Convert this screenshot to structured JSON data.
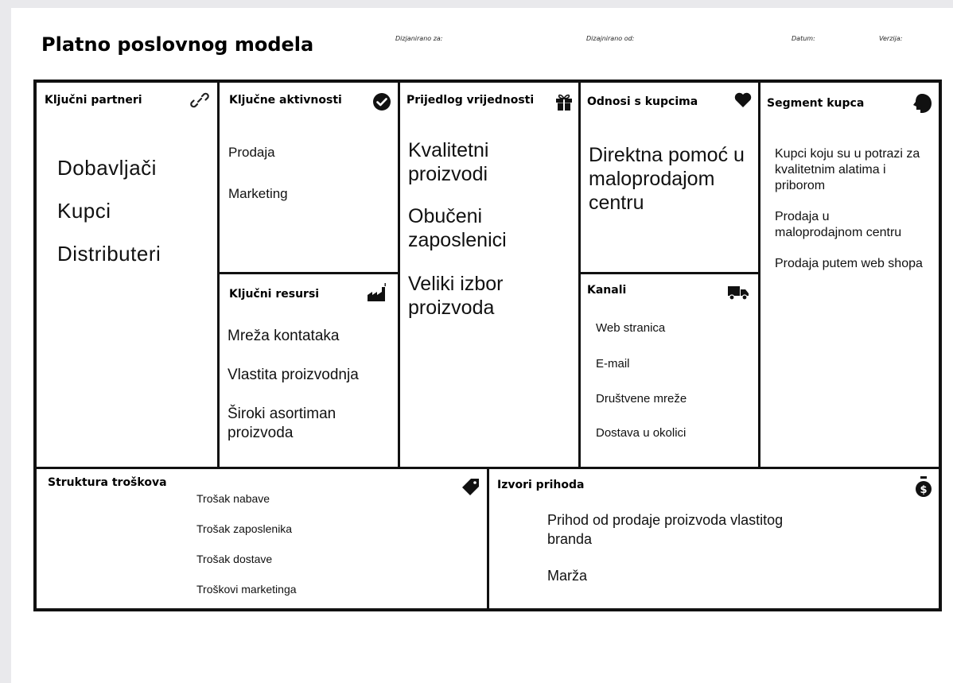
{
  "title": "Platno poslovnog modela",
  "meta": {
    "designed_for": "Dizjanirano za:",
    "designed_by": "Dizajnirano od:",
    "date": "Datum:",
    "version": "Verzija:"
  },
  "key_partners": {
    "header": "Ključni partneri",
    "icon": "link-icon",
    "items": [
      "Dobavljači",
      "Kupci",
      "Distributeri"
    ]
  },
  "key_activities": {
    "header": "Ključne aktivnosti",
    "icon": "check-circle-icon",
    "items": [
      "Prodaja",
      "Marketing"
    ]
  },
  "key_resources": {
    "header": "Ključni resursi",
    "icon": "factory-icon",
    "items": [
      "Mreža kontataka",
      "Vlastita proizvodnja",
      "Široki asortiman proizvoda"
    ]
  },
  "value_proposition": {
    "header": "Prijedlog vrijednosti",
    "icon": "gift-icon",
    "items": [
      "Kvalitetni proizvodi",
      "Obučeni zaposlenici",
      "Veliki izbor proizvoda"
    ]
  },
  "customer_relationships": {
    "header": "Odnosi s kupcima",
    "icon": "heart-icon",
    "items": [
      "Direktna pomoć u maloprodajom centru"
    ]
  },
  "channels": {
    "header": "Kanali",
    "icon": "truck-icon",
    "items": [
      "Web stranica",
      "E-mail",
      "Društvene mreže",
      "Dostava u okolici"
    ]
  },
  "customer_segments": {
    "header": "Segment kupca",
    "icon": "face-icon",
    "items": [
      "Kupci koju su u potrazi za kvalitetnim alatima i priborom",
      "Prodaja u maloprodajnom centru",
      "Prodaja putem web shopa"
    ]
  },
  "cost_structure": {
    "header": "Struktura troškova",
    "icon": "tag-icon",
    "items": [
      "Trošak nabave",
      "Trošak zaposlenika",
      "Trošak dostave",
      "Troškovi marketinga"
    ]
  },
  "revenue_streams": {
    "header": "Izvori prihoda",
    "icon": "money-bag-icon",
    "items": [
      "Prihod od prodaje proizvoda vlastitog branda",
      "Marža"
    ]
  }
}
